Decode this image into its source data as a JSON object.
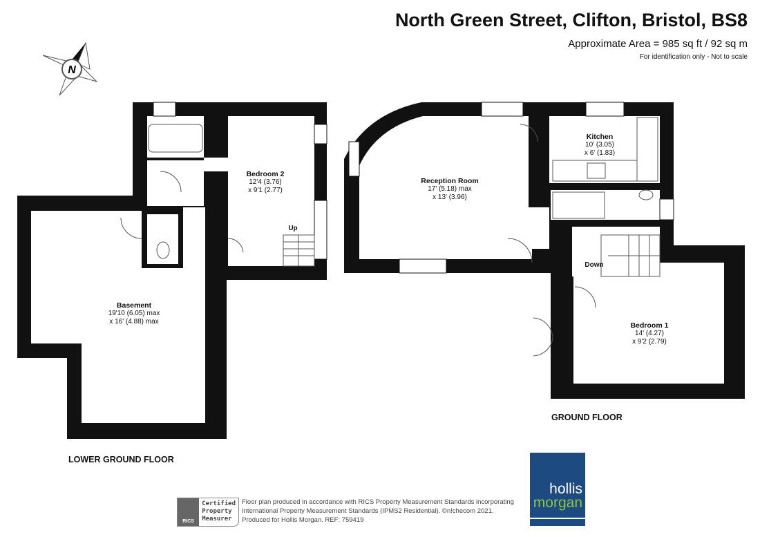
{
  "header": {
    "title": "North Green Street, Clifton, Bristol, BS8",
    "area": "Approximate Area = 985 sq ft / 92 sq m",
    "note": "For identification only - Not to scale"
  },
  "compass": {
    "label": "N"
  },
  "rooms": {
    "bedroom2": {
      "name": "Bedroom 2",
      "dim1": "12'4 (3.76)",
      "dim2": "x 9'1 (2.77)"
    },
    "basement": {
      "name": "Basement",
      "dim1": "19'10 (6.05) max",
      "dim2": "x 16' (4.88) max"
    },
    "reception": {
      "name": "Reception Room",
      "dim1": "17' (5.18) max",
      "dim2": "x 13' (3.96)"
    },
    "kitchen": {
      "name": "Kitchen",
      "dim1": "10' (3.05)",
      "dim2": "x 6' (1.83)"
    },
    "bedroom1": {
      "name": "Bedroom 1",
      "dim1": "14' (4.27)",
      "dim2": "x 9'2 (2.79)"
    }
  },
  "stairs": {
    "up": "Up",
    "down": "Down"
  },
  "floors": {
    "lower": "LOWER GROUND FLOOR",
    "ground": "GROUND FLOOR"
  },
  "footer": {
    "rics_badge": "RICS",
    "rics_lines": [
      "Certified",
      "Property",
      "Measurer"
    ],
    "credits": [
      "Floor plan produced in accordance with RICS Property Measurement Standards incorporating",
      "International Property Measurement Standards (IPMS2 Residential).   ©n!checom 2021.",
      "Produced for Hollis Morgan.   REF:  759419"
    ],
    "logo_top": "hollis",
    "logo_bottom": "morgan"
  },
  "colors": {
    "wall": "#111111",
    "logo_bg": "#1d4a80",
    "logo_accent": "#8cc63f"
  }
}
